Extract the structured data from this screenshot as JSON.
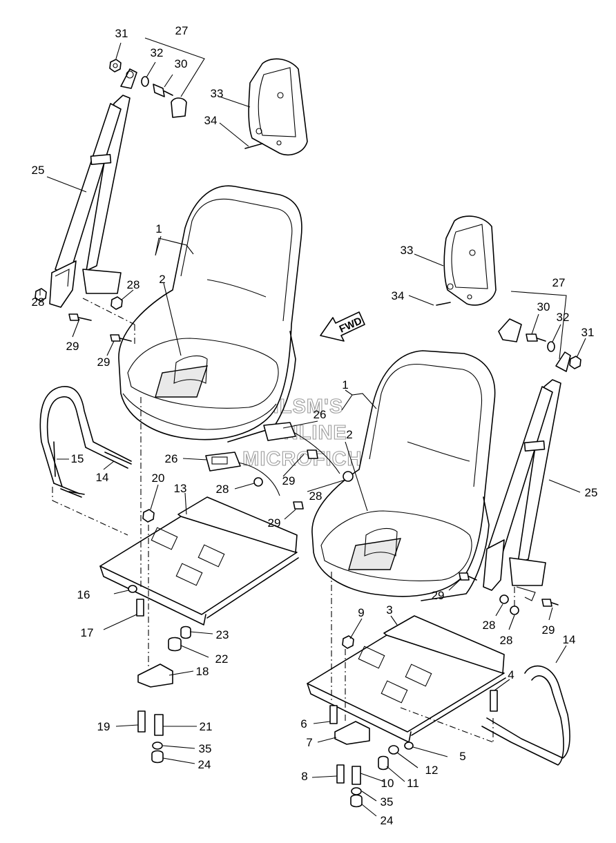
{
  "diagram": {
    "direction_marker": "FWD",
    "watermark": [
      "HLSM'S",
      "ONLINE",
      "MICROFICHE"
    ],
    "callouts": [
      {
        "id": "c31a",
        "text": "31"
      },
      {
        "id": "c27a",
        "text": "27"
      },
      {
        "id": "c32a",
        "text": "32"
      },
      {
        "id": "c30a",
        "text": "30"
      },
      {
        "id": "c33a",
        "text": "33"
      },
      {
        "id": "c34a",
        "text": "34"
      },
      {
        "id": "c25a",
        "text": "25"
      },
      {
        "id": "c1a",
        "text": "1"
      },
      {
        "id": "c2a",
        "text": "2"
      },
      {
        "id": "c28a",
        "text": "28"
      },
      {
        "id": "c28b",
        "text": "28"
      },
      {
        "id": "c29a",
        "text": "29"
      },
      {
        "id": "c29b",
        "text": "29"
      },
      {
        "id": "c33b",
        "text": "33"
      },
      {
        "id": "c34b",
        "text": "34"
      },
      {
        "id": "c27b",
        "text": "27"
      },
      {
        "id": "c30b",
        "text": "30"
      },
      {
        "id": "c32b",
        "text": "32"
      },
      {
        "id": "c31b",
        "text": "31"
      },
      {
        "id": "c1b",
        "text": "1"
      },
      {
        "id": "c26a",
        "text": "26"
      },
      {
        "id": "c2b",
        "text": "2"
      },
      {
        "id": "c15",
        "text": "15"
      },
      {
        "id": "c14a",
        "text": "14"
      },
      {
        "id": "c26b",
        "text": "26"
      },
      {
        "id": "c29c",
        "text": "29"
      },
      {
        "id": "c20",
        "text": "20"
      },
      {
        "id": "c13",
        "text": "13"
      },
      {
        "id": "c28c",
        "text": "28"
      },
      {
        "id": "c28d",
        "text": "28"
      },
      {
        "id": "c29d",
        "text": "29"
      },
      {
        "id": "c25b",
        "text": "25"
      },
      {
        "id": "c16",
        "text": "16"
      },
      {
        "id": "c17",
        "text": "17"
      },
      {
        "id": "c23",
        "text": "23"
      },
      {
        "id": "c22",
        "text": "22"
      },
      {
        "id": "c18",
        "text": "18"
      },
      {
        "id": "c19",
        "text": "19"
      },
      {
        "id": "c21",
        "text": "21"
      },
      {
        "id": "c35a",
        "text": "35"
      },
      {
        "id": "c24a",
        "text": "24"
      },
      {
        "id": "c29e",
        "text": "29"
      },
      {
        "id": "c28e",
        "text": "28"
      },
      {
        "id": "c28f",
        "text": "28"
      },
      {
        "id": "c29f",
        "text": "29"
      },
      {
        "id": "c9",
        "text": "9"
      },
      {
        "id": "c3",
        "text": "3"
      },
      {
        "id": "c14b",
        "text": "14"
      },
      {
        "id": "c4",
        "text": "4"
      },
      {
        "id": "c6",
        "text": "6"
      },
      {
        "id": "c7",
        "text": "7"
      },
      {
        "id": "c5",
        "text": "5"
      },
      {
        "id": "c12",
        "text": "12"
      },
      {
        "id": "c8",
        "text": "8"
      },
      {
        "id": "c10",
        "text": "10"
      },
      {
        "id": "c11",
        "text": "11"
      },
      {
        "id": "c35b",
        "text": "35"
      },
      {
        "id": "c24b",
        "text": "24"
      }
    ]
  }
}
